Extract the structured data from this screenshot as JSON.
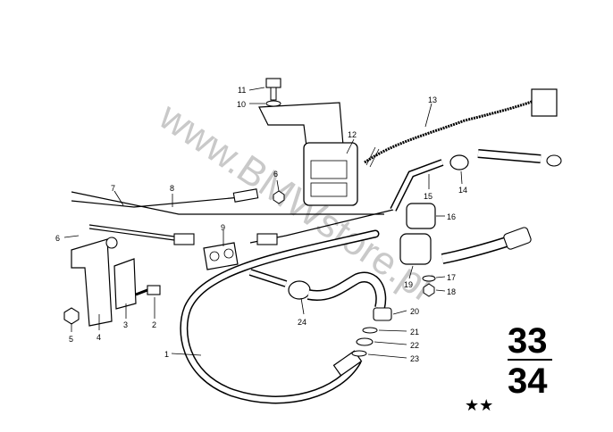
{
  "watermark": "www.BMWstore.pl",
  "group_top": "33",
  "group_bottom": "34",
  "stars": "★★",
  "callouts": {
    "p1": "1",
    "p2": "2",
    "p3": "3",
    "p4": "4",
    "p5": "5",
    "p6a": "6",
    "p6b": "6",
    "p7": "7",
    "p8": "8",
    "p9": "9",
    "p10": "10",
    "p11": "11",
    "p12": "12",
    "p13": "13",
    "p14": "14",
    "p15": "15",
    "p16": "16",
    "p17": "17",
    "p18": "18",
    "p19": "19",
    "p20": "20",
    "p21": "21",
    "p22": "22",
    "p23": "23",
    "p24": "24"
  }
}
